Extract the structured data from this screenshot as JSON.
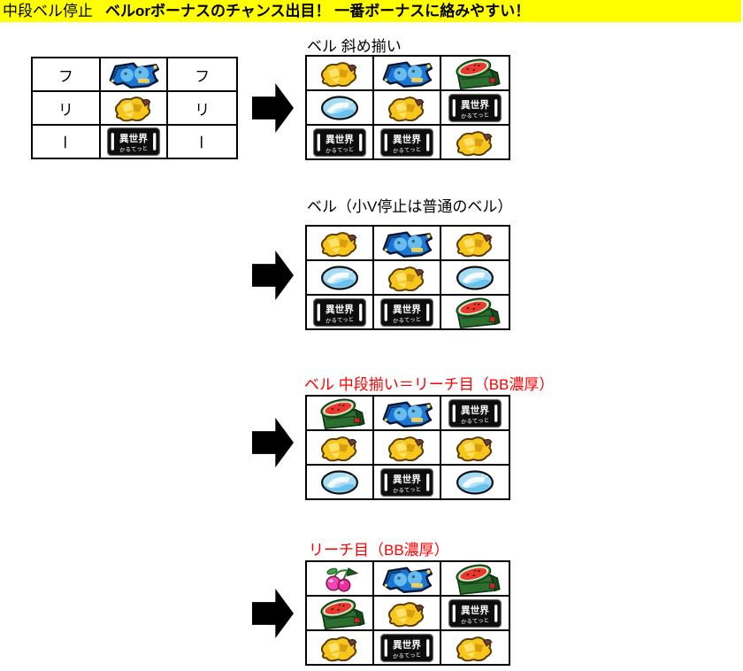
{
  "header": {
    "segment_normal": "中段ベル停止",
    "segment_bold": "ベルorボーナスのチャンス出目！ 一番ボーナスに絡みやすい！",
    "background_color": "#ffff00",
    "text_color": "#000000"
  },
  "colors": {
    "label_black": "#000000",
    "label_red": "#ff0000",
    "arrow": "#000000",
    "grid_border": "#000000",
    "page_background": "#ffffff"
  },
  "source_table": {
    "note": "left reel chart, outer columns read フリー (free) vertically",
    "rows": [
      [
        "フ",
        "blue7",
        "フ"
      ],
      [
        "リ",
        "bell",
        "リ"
      ],
      [
        "ー",
        "isekai",
        "ー"
      ]
    ]
  },
  "sections": [
    {
      "label": "ベル 斜め揃い",
      "label_color": "#000000",
      "grid": [
        [
          "bell",
          "blue7",
          "melon"
        ],
        [
          "replay",
          "bell",
          "isekai"
        ],
        [
          "isekai",
          "isekai",
          "bell"
        ]
      ]
    },
    {
      "label": "ベル（小V停止は普通のベル）",
      "label_color": "#000000",
      "grid": [
        [
          "bell",
          "blue7",
          "bell"
        ],
        [
          "replay",
          "bell",
          "replay"
        ],
        [
          "isekai",
          "isekai",
          "melon"
        ]
      ]
    },
    {
      "label": "ベル 中段揃い＝リーチ目（BB濃厚）",
      "label_color": "#ff0000",
      "grid": [
        [
          "melon",
          "blue7",
          "isekai"
        ],
        [
          "bell",
          "bell",
          "bell"
        ],
        [
          "replay",
          "isekai",
          "replay"
        ]
      ]
    },
    {
      "label": "リーチ目（BB濃厚）",
      "label_color": "#ff0000",
      "grid": [
        [
          "cherry",
          "blue7",
          "melon"
        ],
        [
          "melon",
          "bell",
          "isekai"
        ],
        [
          "bell",
          "isekai",
          "bell"
        ]
      ]
    }
  ],
  "symbol_defs": {
    "blue7": {
      "icon": "blue-seven-icon"
    },
    "bell": {
      "icon": "gold-bell-icon"
    },
    "isekai": {
      "icon": "isekai-bar-icon",
      "line1": "異世界",
      "line2": "かるてっと"
    },
    "replay": {
      "icon": "replay-icon"
    },
    "melon": {
      "icon": "watermelon-icon"
    },
    "cherry": {
      "icon": "cherry-icon"
    }
  },
  "arrow_icon": "right-arrow-icon"
}
